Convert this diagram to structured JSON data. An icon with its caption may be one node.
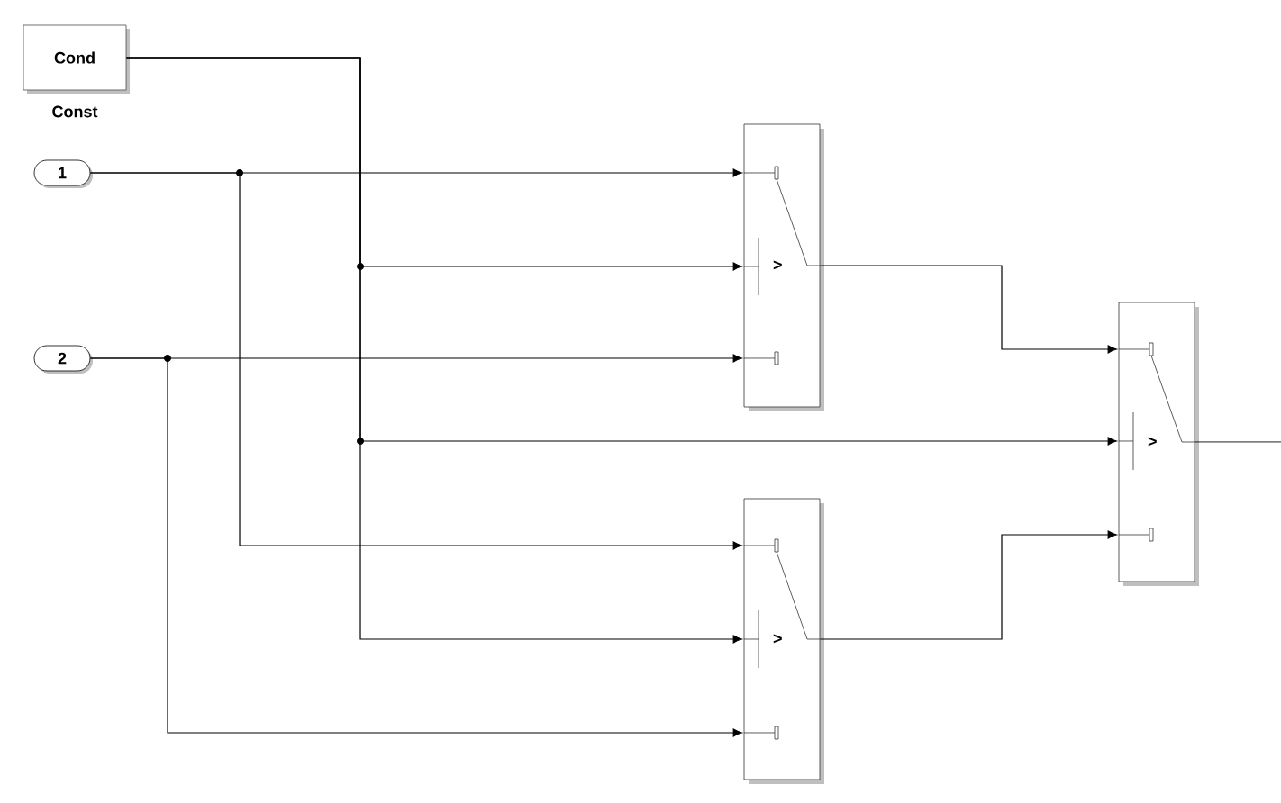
{
  "diagram": {
    "nodes": [
      {
        "text": [
          "Cond"
        ],
        "beside": [
          "Const"
        ]
      },
      {
        "text": [
          "1"
        ]
      },
      {
        "text": [
          "2"
        ]
      },
      {
        "text": [
          ">"
        ]
      },
      {
        "text": [
          ">"
        ]
      },
      {
        "text": [
          ">"
        ]
      }
    ],
    "edges": [
      {
        "from": 0,
        "to": 3,
        "arrow": "to"
      },
      {
        "from": 0,
        "to": 5,
        "arrow": "to"
      },
      {
        "from": 0,
        "to": 4,
        "arrow": "to"
      },
      {
        "from": 1,
        "to": 3,
        "arrow": "to"
      },
      {
        "from": 1,
        "to": 4,
        "arrow": "to"
      },
      {
        "from": 2,
        "to": 3,
        "arrow": "to"
      },
      {
        "from": 2,
        "to": 4,
        "arrow": "to"
      },
      {
        "from": 3,
        "to": 5,
        "arrow": "to"
      },
      {
        "from": 4,
        "to": 5,
        "arrow": "to"
      },
      {
        "from": 5,
        "to": null,
        "arrow": "none"
      }
    ]
  }
}
